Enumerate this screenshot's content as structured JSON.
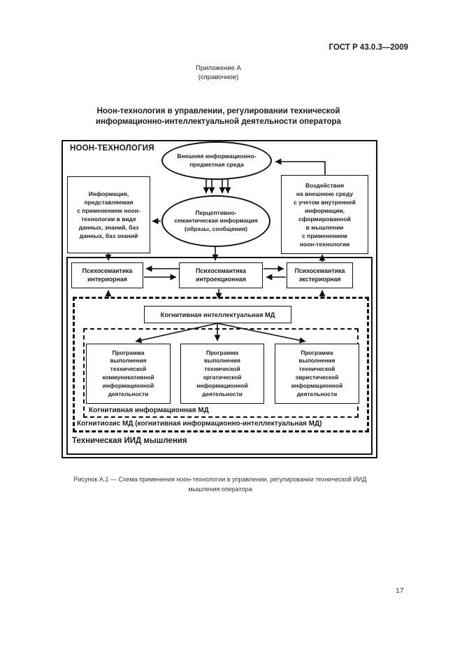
{
  "page": {
    "header_right": "ГОСТ Р 43.0.3—2009",
    "appendix_title": "Приложение А",
    "appendix_subtitle": "(справочное)",
    "section_title": "Ноон-технология в управлении, регулировании технической\nинформационно-интеллектуальной деятельности оператора",
    "page_number": "17"
  },
  "diagram": {
    "outer_label": "НООН-ТЕХНОЛОГИЯ",
    "ellipse_top": "Внешняя информационно-\nпредметная среда",
    "ellipse_middle": "Перцептивно-\nсемантическая информация\n(образы, сообщения)",
    "box_left": "Информация,\nпредставляемая\nс применением ноон-\nтехнологии в виде\nданных, знаний, баз\nданных, баз знаний",
    "box_right": "Воздействия\nна внешнюю среду\nс учетом внутренней\nинформации,\nсформированной\nв мышлении\nс применением\nноон-технологии",
    "psy_left": "Психосемантика\nинтериорная",
    "psy_middle": "Психосемантика\nинтроекционная",
    "psy_right": "Психосемантика\nэкстериорная",
    "cognitive_md": "Когнитивная интеллектуальная МД",
    "program_left": "Программа\nвыполнения\nтехнической\nкоммуникативной\nинформационной\nдеятельности",
    "program_middle": "Программа\nвыполнения\nтехнической\nэргатической\nинформационной\nдеятельности",
    "program_right": "Программа\nвыполнения\nтехнической\nэвристической\nинформационной\nдеятельности",
    "label_cognitive_info_md": "Когнитивная информационная МД",
    "label_cognitiosis": "Когнитиозис МД (когнитивная информационно-интеллектуальная МД)",
    "label_technical_iid": "Техническая ИИД мышления"
  },
  "caption": "Рисунок А.1 — Схема применения ноон-технологии в управлении, регулировании технической ИИД\nмышления оператора",
  "colors": {
    "ink": "#1a1a1a",
    "paper": "#ffffff"
  }
}
